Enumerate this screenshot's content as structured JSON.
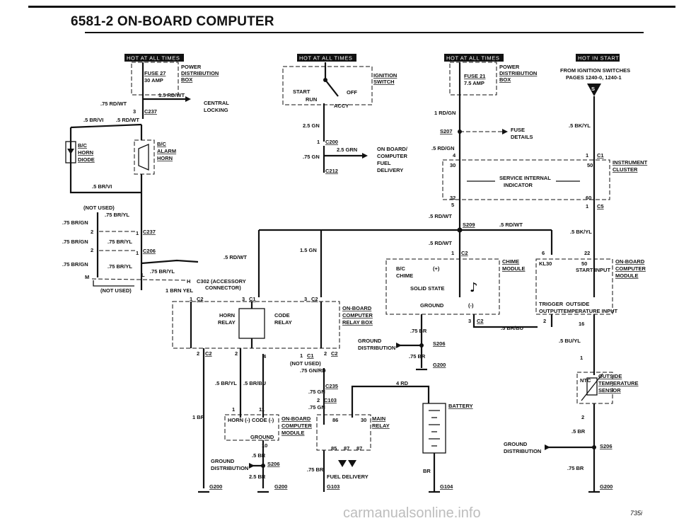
{
  "title": "6581-2  ON-BOARD COMPUTER",
  "page_number": "735i",
  "watermark": "carmanualsonline.info",
  "labels": {
    "hot_all_1": "HOT AT ALL TIMES",
    "hot_all_2": "HOT AT ALL TIMES",
    "hot_all_3": "HOT AT ALL TIMES",
    "hot_start": "HOT IN START",
    "pd1_a": "POWER",
    "pd1_b": "DISTRIBUTION",
    "pd1_c": "BOX",
    "fuse27": "FUSE 27",
    "amp30": "30 AMP",
    "w_15rdwt": "1.5 RD/WT",
    "w_75rdwt": ".75 RD/WT",
    "central_a": "CENTRAL",
    "central_b": "LOCKING",
    "c237": "C237",
    "n3": "3",
    "w_5brvi": ".5 BR/VI",
    "w_5rdwt": ".5 RD/WT",
    "bc": "B/C",
    "horn": "HORN",
    "diode": "DIODE",
    "bc2": "B/C",
    "alarm": "ALARM",
    "horn2": "HORN",
    "w_5brvi2": ".5 BR/VI",
    "notused": "(NOT USED)",
    "w_75bryl": ".75 BR/YL",
    "w_75brgn": ".75 BR/GN",
    "n2a": "2",
    "n1a": "1",
    "c237b": "C237",
    "w_75brgn2": ".75 BR/GN",
    "w_75bryl2": ".75 BR/YL",
    "n2b": "2",
    "n1b": "1",
    "c206": "C206",
    "w_75brgn3": ".75 BR/GN",
    "w_75bryl3": ".75 BR/YL",
    "m": "M",
    "l": "L",
    "h": "H",
    "notused2": "(NOT USED)",
    "w_75bryl4": ".75 BR/YL",
    "c302_a": "C302 (ACCESSORY",
    "c302_b": "CONNECTOR)",
    "w_1brnyel": "1 BRN YEL",
    "ign_a": "IGNITION",
    "ign_b": "SWITCH",
    "start": "START",
    "off": "OFF",
    "run": "RUN",
    "accy": "ACCY",
    "w_25gn": "2.5 GN",
    "c200": "C200",
    "n1c": "1",
    "w_25grn": "2.5 GRN",
    "w_75gn": ".75 GN",
    "c212": "C212",
    "obc_a": "ON BOARD/",
    "obc_b": "COMPUTER",
    "obc_c": "FUEL",
    "obc_d": "DELIVERY",
    "w_5rdwt2": ".5 RD/WT",
    "w_15gn": "1.5 GN",
    "n1d": "1",
    "c2a": "C2",
    "n3a": "3",
    "c1a": "C1",
    "n3b": "3",
    "c2b": "C2",
    "relaybox_a": "ON-BOARD",
    "relaybox_b": "COMPUTER",
    "relaybox_c": "RELAY BOX",
    "hornrelay_a": "HORN",
    "hornrelay_b": "RELAY",
    "coderelay_a": "CODE",
    "coderelay_b": "RELAY",
    "n2c": "2",
    "c2c": "C2",
    "n2d": "2",
    "n4": "4",
    "n1e": "1",
    "c1b": "C1",
    "n2e": "2",
    "c2d": "C2",
    "notused3": "(NOT USED)",
    "w_75gnrd": ".75 GN/RD",
    "w_5bryl": ".5 BR/YL",
    "w_5brbu": ".5 BR/BU",
    "c235": "C235",
    "w_75gn2": ".75 GN",
    "n2f": "2",
    "c103": "C103",
    "w_75gn3": ".75 GN",
    "w_4rd": "4 RD",
    "w_1br": "1 BR",
    "n1f": "1",
    "n11": "11",
    "obcmod_a": "ON-BOARD",
    "obcmod_b": "COMPUTER",
    "obcmod_c": "MODULE",
    "horn_minus": "HORN (-)",
    "code_minus": "CODE (-)",
    "ground": "GROUND",
    "n10": "10",
    "w_5br": ".5 BR",
    "gd1_a": "GROUND",
    "gd1_b": "DISTRIBUTION",
    "s206a": "S206",
    "w_25br": "2.5 BR",
    "g200a": "G200",
    "g200b": "G200",
    "main_a": "MAIN",
    "main_b": "RELAY",
    "n86": "86",
    "n30": "30",
    "n85": "85",
    "n87": "87",
    "n87b": "87",
    "w_75br": ".75 BR",
    "fuel_del": "FUEL DELIVERY",
    "g103": "G103",
    "battery": "BATTERY",
    "w_br": "BR",
    "g104": "G104",
    "pd2_a": "POWER",
    "pd2_b": "DISTRIBUTION",
    "pd2_c": "BOX",
    "fuse21": "FUSE 21",
    "amp75": "7.5 AMP",
    "w_1rdgn": "1 RD/GN",
    "s207": "S207",
    "fuse_a": "FUSE",
    "fuse_b": "DETAILS",
    "w_5rdgn": ".5 RD/GN",
    "n4b": "4",
    "fromign_a": "FROM IGNITION SWITCHES",
    "fromign_b": "PAGES 1240-0, 1240-1",
    "s": "S",
    "w_5bkyl": ".5 BK/YL",
    "n1g": "1",
    "c1c": "C1",
    "ic_a": "INSTRUMENT",
    "ic_b": "CLUSTER",
    "n30b": "30",
    "n50": "50",
    "svc_a": "SERVICE INTERNAL",
    "svc_b": "INDICATOR",
    "n32": "32",
    "n60": "60",
    "n5": "5",
    "n1h": "1",
    "c5": "C5",
    "w_5rdwt3": ".5 RD/WT",
    "s209": "S209",
    "w_5rdwt4": ".5 RD/WT",
    "w_5bkyl2": ".5 BK/YL",
    "w_5rdwt5": ".5 RD/WT",
    "n1i": "1",
    "c2e": "C2",
    "n6": "6",
    "n22": "22",
    "chime_a": "CHIME",
    "chime_b": "MODULE",
    "bc3": "B/C",
    "chime": "CHIME",
    "plus": "(+)",
    "solid": "SOLID STATE",
    "ground2": "GROUND",
    "minus": "(-)",
    "kl30": "KL30",
    "n50b": "50",
    "start_in": "START INPUT",
    "obm_a": "ON-BOARD",
    "obm_b": "COMPUTER",
    "obm_c": "MODULE",
    "trig_a": "TRIGGER",
    "trig_b": "OUTSIDE",
    "trig_c": "OUTPUT",
    "trig_d": "TEMPERATURE INPUT",
    "n3c": "3",
    "c2f": "C2",
    "n2g": "2",
    "n16": "16",
    "w_75br2": ".75 BR",
    "w_5brbu2": ".5 BR/BU",
    "gd2_a": "GROUND",
    "gd2_b": "DISTRIBUTION",
    "s206b": "S206",
    "w_75br3": ".75 BR",
    "g200c": "G200",
    "w_5buyl": ".5 BU/YL",
    "n1j": "1",
    "ots_a": "OUTSIDE",
    "ots_b": "TEMPERATURE",
    "ots_c": "SENSOR",
    "ntc": "NTC",
    "n2h": "2",
    "w_5br2": ".5 BR",
    "gd3_a": "GROUND",
    "gd3_b": "DISTRIBUTION",
    "s206c": "S206",
    "w_75br4": ".75 BR",
    "g200d": "G200"
  }
}
